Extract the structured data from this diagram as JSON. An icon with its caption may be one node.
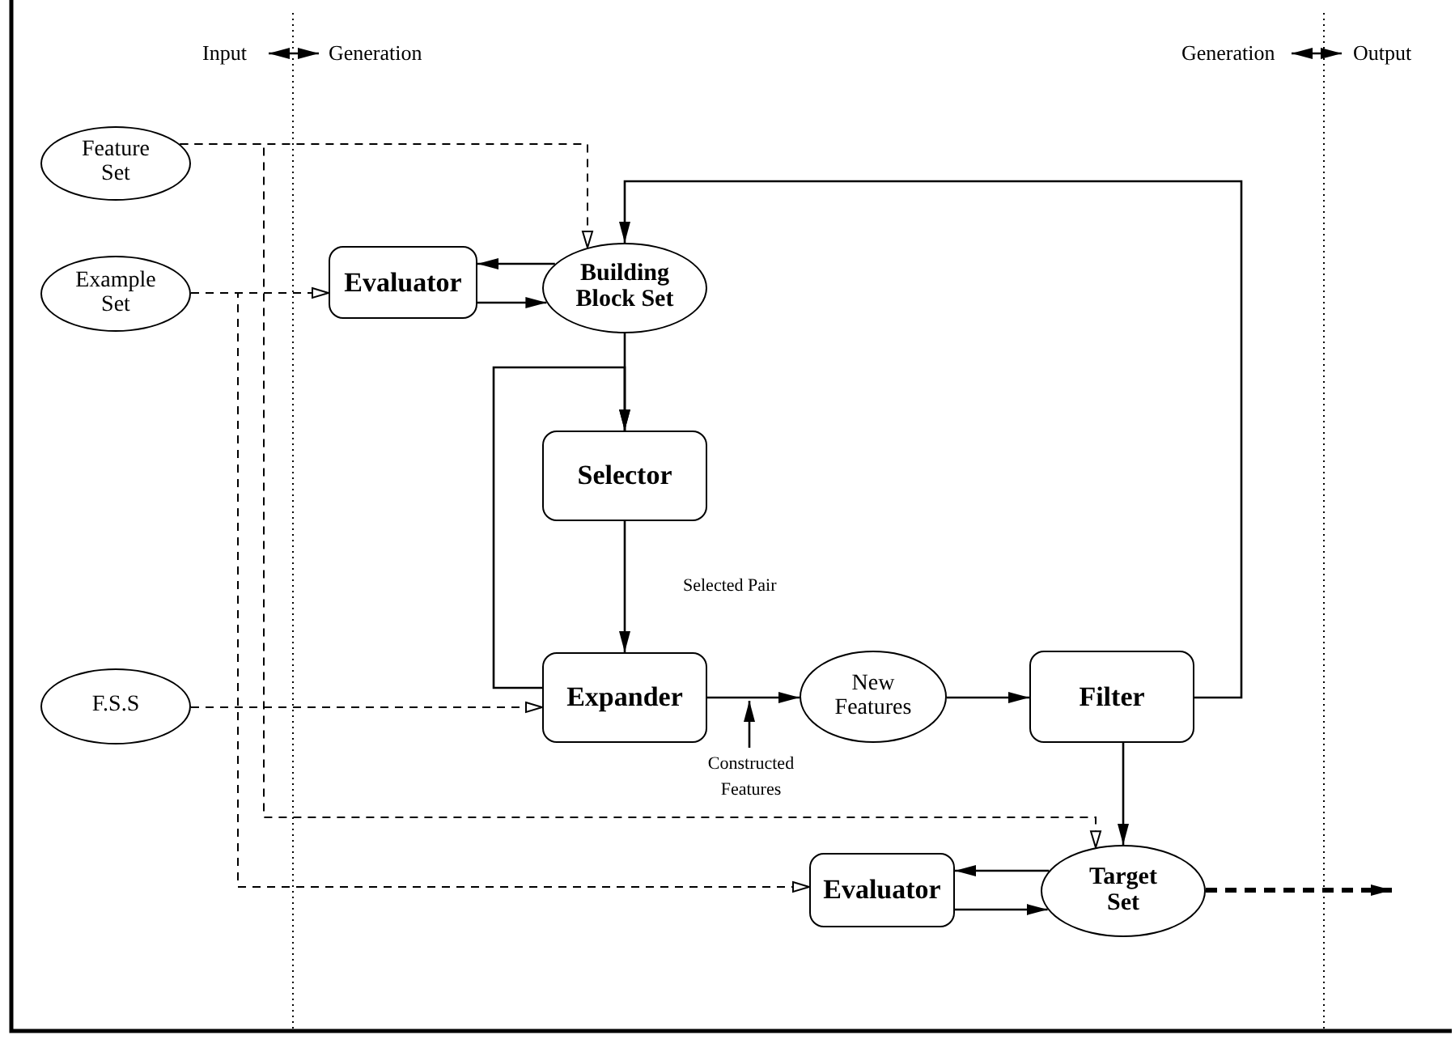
{
  "diagram": {
    "nodes": [
      {
        "text": [
          "Feature Set"
        ]
      },
      {
        "text": [
          "Example Set"
        ]
      },
      {
        "text": [
          "Evaluator"
        ]
      },
      {
        "text": [
          "Building Block Set"
        ]
      },
      {
        "text": [
          "Selector"
        ]
      },
      {
        "text": [
          "Expander"
        ]
      },
      {
        "text": [
          "New Features"
        ]
      },
      {
        "text": [
          "Filter"
        ]
      },
      {
        "text": [
          "F.S.S"
        ]
      },
      {
        "text": [
          "Evaluator"
        ]
      },
      {
        "text": [
          "Target Set"
        ]
      },
      {
        "text": [
          "Constructed Features"
        ]
      }
    ],
    "edges": [
      {
        "from": 0,
        "to": 3,
        "arrow": "to",
        "style": "dashed"
      },
      {
        "from": 0,
        "to": 10,
        "arrow": "to",
        "style": "dashed"
      },
      {
        "from": 1,
        "to": 2,
        "arrow": "to",
        "style": "dashed"
      },
      {
        "from": 1,
        "to": 9,
        "arrow": "to",
        "style": "dashed"
      },
      {
        "from": 8,
        "to": 5,
        "arrow": "to",
        "style": "dashed"
      },
      {
        "from": 3,
        "to": 2,
        "arrow": "to"
      },
      {
        "from": 2,
        "to": 3,
        "arrow": "to"
      },
      {
        "from": 7,
        "to": 3,
        "arrow": "to"
      },
      {
        "from": 3,
        "to": 4,
        "arrow": "to"
      },
      {
        "from": 5,
        "to": 4,
        "arrow": "to"
      },
      {
        "from": 4,
        "to": 5,
        "arrow": "to",
        "label": "Selected Pair"
      },
      {
        "from": 5,
        "to": 6,
        "arrow": "to"
      },
      {
        "from": 6,
        "to": 7,
        "arrow": "to"
      },
      {
        "from": 7,
        "to": 10,
        "arrow": "to"
      },
      {
        "from": 10,
        "to": 9,
        "arrow": "to"
      },
      {
        "from": 9,
        "to": 10,
        "arrow": "to"
      },
      {
        "from": 10,
        "to": null,
        "arrow": "to",
        "style": "dashed"
      },
      {
        "from": 11,
        "to": null,
        "arrow": "to"
      }
    ],
    "labels": [
      "Input",
      "Generation",
      "Generation",
      "Output"
    ]
  }
}
